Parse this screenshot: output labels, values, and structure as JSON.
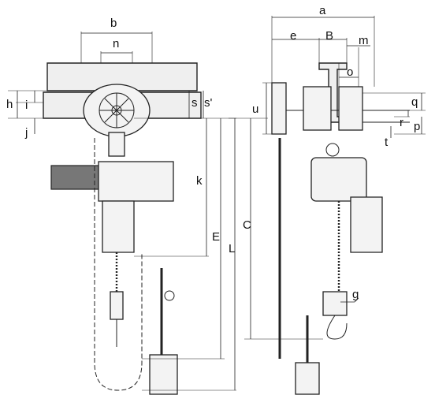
{
  "labels": {
    "a": "a",
    "b": "b",
    "n": "n",
    "e": "e",
    "B": "B",
    "m": "m",
    "o": "o",
    "h": "h",
    "i": "i",
    "j": "j",
    "s": "s",
    "s_prime": "s'",
    "u": "u",
    "q": "q",
    "r": "r",
    "p": "p",
    "t": "t",
    "k": "k",
    "E": "E",
    "L": "L",
    "C": "C",
    "g": "g"
  },
  "colors": {
    "line": "#222222",
    "body": "#f3f3f3",
    "motor": "#777777"
  }
}
